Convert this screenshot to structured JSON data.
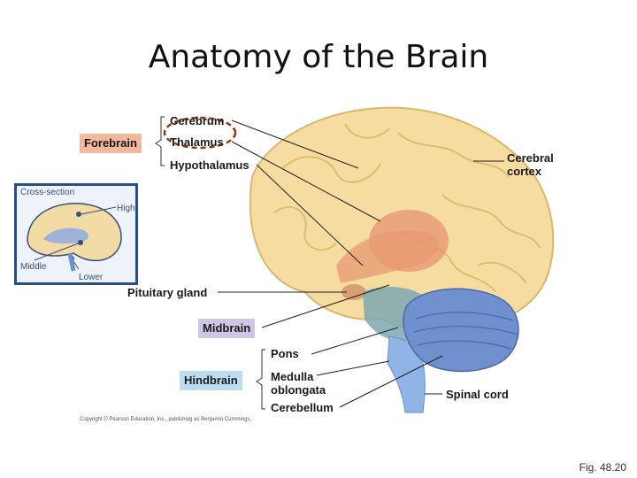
{
  "title": "Anatomy of the Brain",
  "labels": {
    "cerebrum": "Cerebrum",
    "thalamus": "Thalamus",
    "hypothalamus": "Hypothalamus",
    "cerebral_cortex_line1": "Cerebral",
    "cerebral_cortex_line2": "cortex",
    "pituitary_gland": "Pituitary gland",
    "pons": "Pons",
    "medulla_line1": "Medulla",
    "medulla_line2": "oblongata",
    "cerebellum": "Cerebellum",
    "spinal_cord": "Spinal cord"
  },
  "regions": {
    "forebrain": "Forebrain",
    "midbrain": "Midbrain",
    "hindbrain": "Hindbrain"
  },
  "inset": {
    "title": "Cross-section",
    "higher": "Higher",
    "middle": "Middle",
    "lower": "Lower"
  },
  "credit": "Copyright © Pearson Education, Inc., publishing as Benjamin Cummings.",
  "figure_number": "Fig. 48.20",
  "colors": {
    "forebrain_box": "#f4b89a",
    "midbrain_box": "#cfc6e3",
    "hindbrain_box": "#bcdcf2",
    "cerebrum": "#f6dca0",
    "cerebellum": "#6f8fcf",
    "brainstem": "#8fb4e6",
    "thalamus": "#e48b6a",
    "highlight_ellipse": "#8b3a1a",
    "inset_border": "#294d86"
  }
}
